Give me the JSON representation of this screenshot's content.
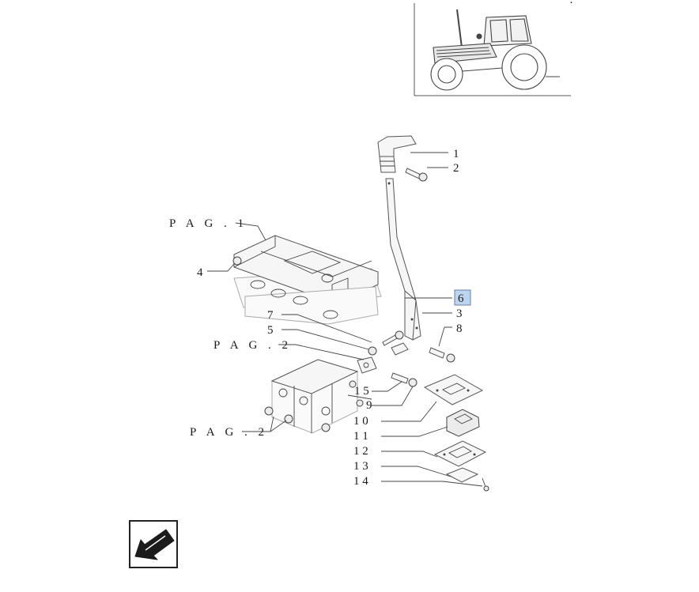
{
  "labels": {
    "n1": "1",
    "n2": "2",
    "n3": "3",
    "n4": "4",
    "n5": "5",
    "n6": "6",
    "n7": "7",
    "n8": "8",
    "n9": "9",
    "n10": "1 0",
    "n11": "1 1",
    "n12": "1 2",
    "n13": "1 3",
    "n14": "1 4",
    "n15": "1 5"
  },
  "page_refs": {
    "pag1": "P A G . 1",
    "pag2_upper": "P A G . 2",
    "pag2_lower": "P A G . 2"
  },
  "highlight_color": "#bcd4f0",
  "icons": {
    "tractor": "tractor-thumbnail-icon",
    "nav": "previous-page-arrow-icon"
  }
}
